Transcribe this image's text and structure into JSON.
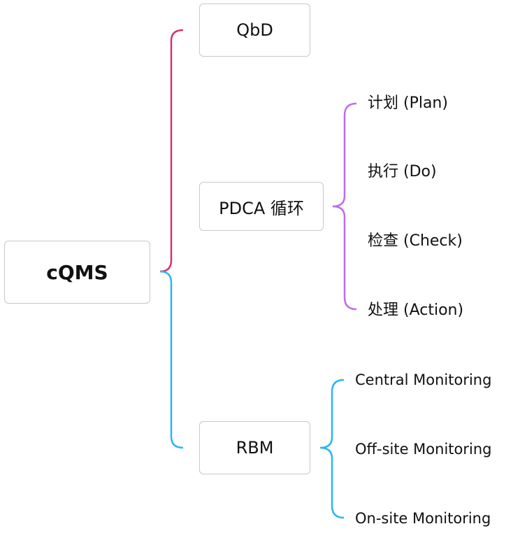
{
  "colors": {
    "root_upper_branch": "#d6336c",
    "root_lower_branch": "#29b6f6",
    "pdca_branch": "#c06bf0",
    "rbm_branch": "#29b6f6",
    "node_border": "#c8c8c8"
  },
  "root": {
    "label": "cQMS"
  },
  "children": {
    "qbd": {
      "label": "QbD"
    },
    "pdca": {
      "label": "PDCA 循环",
      "items": [
        "计划 (Plan)",
        "执行 (Do)",
        "检查 (Check)",
        "处理 (Action)"
      ]
    },
    "rbm": {
      "label": "RBM",
      "items": [
        "Central Monitoring",
        "Off-site Monitoring",
        "On-site Monitoring"
      ]
    }
  }
}
